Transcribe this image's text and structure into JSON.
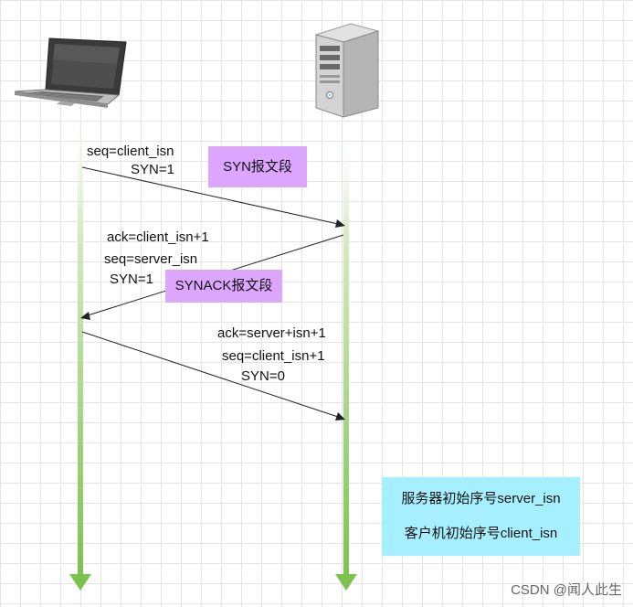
{
  "participants": {
    "client": {
      "icon": "laptop-icon"
    },
    "server": {
      "icon": "server-icon"
    }
  },
  "messages": [
    {
      "from": "client",
      "to": "server",
      "lines": [
        "seq=client_isn",
        "SYN=1"
      ],
      "tag": "SYN报文段"
    },
    {
      "from": "server",
      "to": "client",
      "lines": [
        "ack=client_isn+1",
        "seq=server_isn",
        "SYN=1"
      ],
      "tag": "SYNACK报文段"
    },
    {
      "from": "client",
      "to": "server",
      "lines": [
        "ack=server+isn+1",
        "seq=client_isn+1",
        "SYN=0"
      ],
      "tag": ""
    }
  ],
  "legend": {
    "line1": "服务器初始序号server_isn",
    "line2": "客户机初始序号client_isn"
  },
  "colors": {
    "tag_purple": "#dca6ff",
    "legend_cyan": "#a6efff",
    "lifeline_green": "#7cc24e"
  },
  "watermark": "CSDN @闻人此生"
}
